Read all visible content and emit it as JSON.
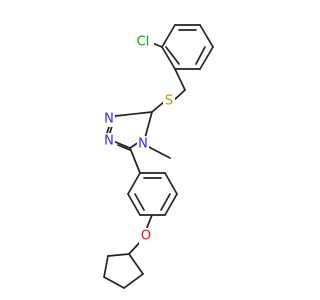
{
  "atom_labels": {
    "chlorine": "Cl",
    "sulfur": "S",
    "nitrogen_1": "N",
    "nitrogen_2": "N",
    "nitrogen_4": "N",
    "oxygen": "O"
  },
  "colors": {
    "bond": "#222222",
    "chlorine": "#00b000",
    "sulfur": "#b8a000",
    "nitrogen": "#2c2cff",
    "oxygen": "#ff0d0d",
    "background": "#ffffff"
  }
}
